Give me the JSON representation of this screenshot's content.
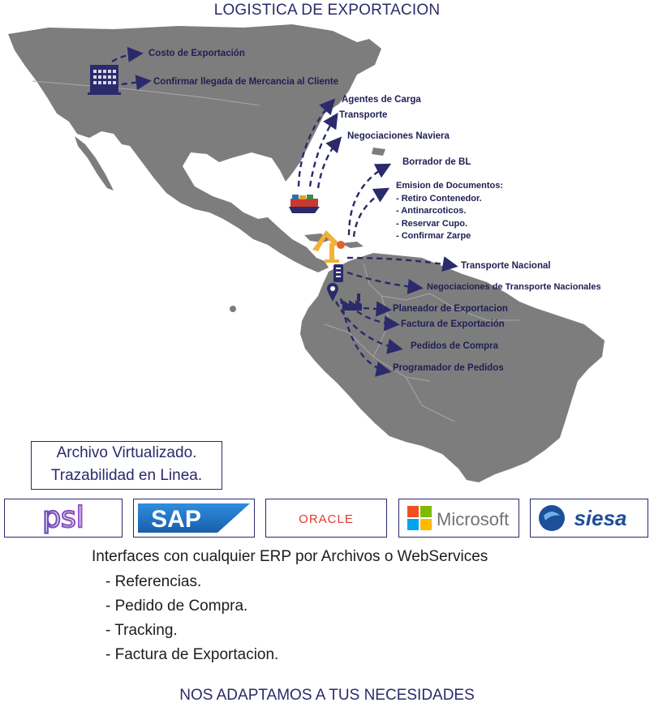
{
  "header": {
    "title": "LOGISTICA DE EXPORTACION"
  },
  "map_labels": {
    "costo": "Costo de Exportación",
    "confirmar": "Confirmar llegada de Mercancia al Cliente",
    "agentes": "Agentes de Carga",
    "transporte": "Transporte",
    "naviera": "Negociaciones Naviera",
    "borrador": "Borrador de BL",
    "emision_title": "Emision de Documentos:",
    "emision_items": [
      "- Retiro Contenedor.",
      "- Antinarcoticos.",
      "- Reservar Cupo.",
      "- Confirmar Zarpe"
    ],
    "transporte_nacional": "Transporte Nacional",
    "negociaciones_nacionales": "Negociaciones de Transporte Nacionales",
    "planeador": "Planeador de Exportacion",
    "factura": "Factura de Exportación",
    "pedidos": "Pedidos de Compra",
    "programador": "Programador de Pedidos"
  },
  "archivo": {
    "line1": "Archivo Virtualizado.",
    "line2": "Trazabilidad en Linea."
  },
  "logos": {
    "psl": "psl",
    "sap": "SAP",
    "oracle": "ORACLE",
    "microsoft": "Microsoft",
    "siesa": "siesa"
  },
  "interfaces": {
    "heading": "Interfaces con cualquier ERP por Archivos o WebServices",
    "items": [
      "- Referencias.",
      "- Pedido de Compra.",
      "- Tracking.",
      "- Factura de Exportacion."
    ]
  },
  "footer": {
    "slogan": "NOS ADAPTAMOS A TUS NECESIDADES"
  },
  "colors": {
    "land": "#7d7d7d",
    "navy": "#2b2a6b",
    "sap_blue": "#1f6fb5",
    "oracle_red": "#e03a2f"
  }
}
